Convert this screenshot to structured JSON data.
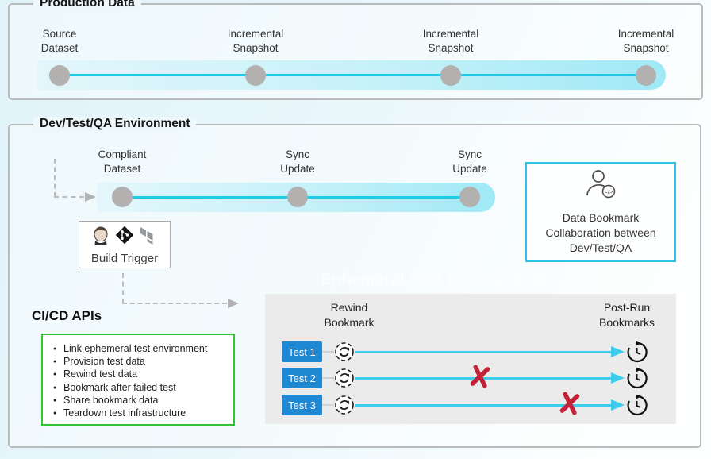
{
  "production": {
    "title": "Production Data",
    "milestones": [
      "Source\nDataset",
      "Incremental\nSnapshot",
      "Incremental\nSnapshot",
      "Incremental\nSnapshot"
    ]
  },
  "dev": {
    "title": "Dev/Test/QA Environment",
    "milestones": [
      "Compliant\nDataset",
      "Sync\nUpdate",
      "Sync\nUpdate"
    ],
    "build_trigger": {
      "label": "Build Trigger",
      "icons": [
        "jenkins-icon",
        "git-icon",
        "terraform-icon"
      ]
    },
    "bookmark_box": {
      "icon": "person-code-icon",
      "text": "Data Bookmark\nCollaboration between\nDev/Test/QA"
    },
    "cicd": {
      "title": "CI/CD APIs",
      "items": [
        "Link ephemeral test environment",
        "Provision test data",
        "Rewind test data",
        "Bookmark after failed test",
        "Share bookmark data",
        "Teardown test infrastructure"
      ]
    },
    "ephemeral_watermark": "Ephemeral Test Environment",
    "test_panel": {
      "rewind_header": "Rewind\nBookmark",
      "postrun_header": "Post-Run\nBookmarks",
      "tests": [
        {
          "label": "Test 1",
          "failed": false
        },
        {
          "label": "Test 2",
          "failed": true
        },
        {
          "label": "Test 3",
          "failed": true
        }
      ]
    }
  },
  "colors": {
    "timeline_band": "#9fe9f6",
    "timeline_line": "#1fcbe6",
    "milestone_dot": "#b3b1af",
    "test_button": "#1f88d3",
    "fail_x": "#c42138",
    "cicd_border": "#33c433",
    "bookmark_border": "#2cc5e8",
    "panel_bg": "#ebebeb"
  }
}
